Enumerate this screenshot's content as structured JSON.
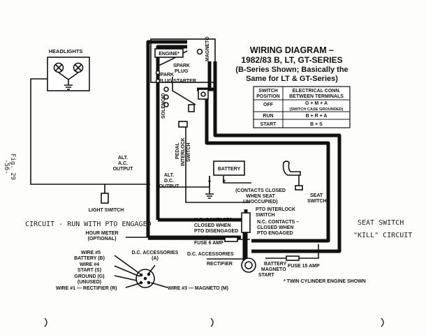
{
  "title": {
    "line1": "WIRING DIAGRAM –",
    "line2": "1982/83 B, LT, GT-SERIES",
    "line3": "(B-Series Shown; Basically the",
    "line4": "Same for LT & GT-Series)"
  },
  "switch_table": {
    "header_left_1": "SWITCH",
    "header_left_2": "POSITION",
    "header_right_1": "ELECTRICAL CONN.",
    "header_right_2": "BETWEEN TERMINALS",
    "rows": [
      {
        "position": "OFF",
        "conn": "G + M + A",
        "note": "(SWITCH CASE GROUNDED)"
      },
      {
        "position": "RUN",
        "conn": "B + R + A",
        "note": ""
      },
      {
        "position": "START",
        "conn": "B + S",
        "note": ""
      }
    ]
  },
  "labels": {
    "headlights": "HEADLIGHTS",
    "engine": "ENGINE*",
    "magneto": "MAGNETO",
    "spark_plug_1": "SPARK",
    "spark_plug_2": "PLUG",
    "spark_plug_starter_1": "SPARK",
    "spark_plug_starter_2": "PLUG STARTER",
    "solenoid": "SOLENOID",
    "pedal_interlock_1": "PEDAL",
    "pedal_interlock_2": "INTERLOCK",
    "pedal_interlock_3": "SWITCH",
    "alt_ac_1": "ALT.",
    "alt_ac_2": "A.C.",
    "alt_ac_3": "OUTPUT",
    "alt_dc_1": "ALT.",
    "alt_dc_2": "D.C.",
    "alt_dc_3": "OUTPUT",
    "battery": "BATTERY",
    "battery_minus": "–",
    "battery_plus": "+",
    "contacts_closed_1": "(CONTACTS CLOSED",
    "contacts_closed_2": "WHEN SEAT",
    "contacts_closed_3": "UNOCCUPIED)",
    "seat_switch_1": "SEAT",
    "seat_switch_2": "SWITCH",
    "pto_interlock_1": "PTO INTERLOCK",
    "pto_interlock_2": "SWITCH",
    "no_contacts_1": "N.O. CONTACTS –",
    "no_contacts_2": "CLOSED WHEN",
    "no_contacts_3": "PTO DISENGAGED",
    "nc_contacts_1": "N.C. CONTACTS –",
    "nc_contacts_2": "CLOSED WHEN",
    "nc_contacts_3": "PTO ENGAGED",
    "light_switch": "LIGHT SWITCH",
    "hour_meter_1": "HOUR METER",
    "hour_meter_2": "(OPTIONAL)",
    "fuse_6": "FUSE 6 AMP",
    "fuse_15": "FUSE 15 AMP",
    "dc_accessories_right": "D.C. ACCESSORIES",
    "rectifier": "RECTIFIER",
    "battery_magneto_1": "BATTERY",
    "battery_magneto_2": "MAGNETO",
    "battery_magneto_3": "START",
    "twin_cylinder": "* TWIN CYLINDER ENGINE SHOWN",
    "wire5_1": "WIRE #5",
    "wire5_2": "BATTERY (B)",
    "wire4_1": "WIRE #4",
    "wire4_2": "START (S)",
    "ground_1": "GROUND (G)",
    "ground_2": "(UNUSED)",
    "dc_accessories_1": "D.C. ACCESSORIES",
    "dc_accessories_2": "(A)",
    "wire1": "WIRE #1 — RECTIFIER (R)",
    "wire3": "WIRE #3 — MAGNETO (M)"
  },
  "handwriting": {
    "fig": "Fig. 29",
    "page": "-56-",
    "circuit_run": "CIRCUIT - RUN WITH PTO ENGAGED",
    "seat_switch_kill_1": "SEAT SWITCH",
    "seat_switch_kill_2": "\"KILL\" CIRCUIT"
  }
}
